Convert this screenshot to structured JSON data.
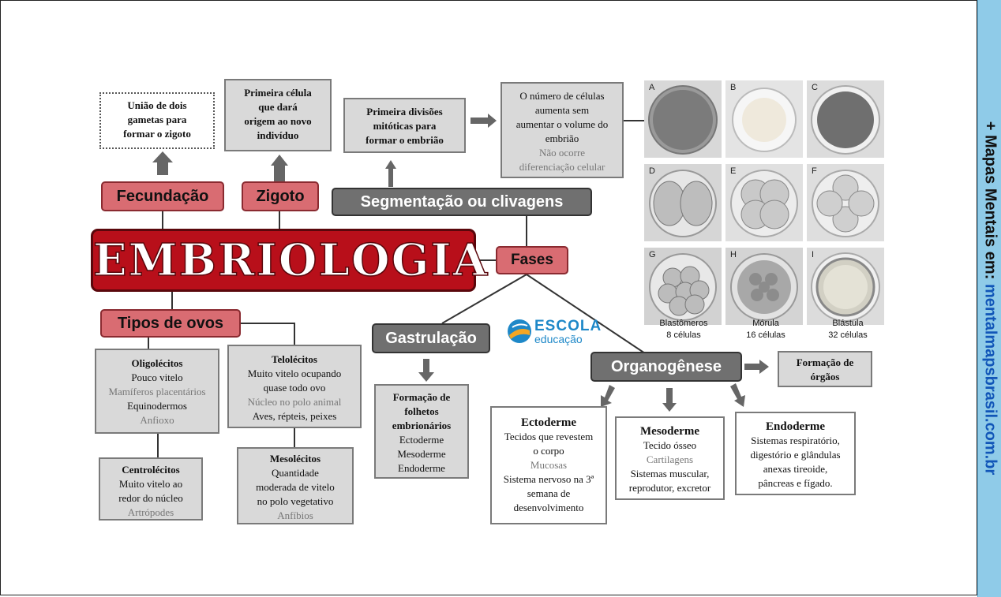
{
  "title": "EMBRIOLOGIA",
  "labels": {
    "fecundacao": "Fecundação",
    "zigoto": "Zigoto",
    "segmentacao": "Segmentação ou clivagens",
    "fases": "Fases",
    "tipos_ovos": "Tipos de ovos",
    "gastrulacao": "Gastrulação",
    "organogenese": "Organogênese"
  },
  "boxes": {
    "uniao": [
      "União de dois",
      "gametas para",
      "formar o zigoto"
    ],
    "primeira_celula": [
      "Primeira célula",
      "que dará",
      "origem ao novo",
      "indivíduo"
    ],
    "primeiras_divisoes": [
      "Primeira divisões",
      "mitóticas para",
      "formar o embrião"
    ],
    "numero_celulas": {
      "lines": [
        "O número de células",
        "aumenta sem",
        "aumentar o volume do",
        "embrião"
      ],
      "gray_lines": [
        "Não ocorre",
        "diferenciação celular"
      ]
    },
    "oligolecitos": {
      "title": "Oligolécitos",
      "line1": "Pouco vitelo",
      "line2": "Mamíferos placentários",
      "line3": "Equinodermos",
      "line4": "Anfioxo"
    },
    "telolecitos": {
      "title": "Telolécitos",
      "line1": "Muito vitelo ocupando",
      "line2": "quase todo ovo",
      "line3": "Núcleo no polo animal",
      "line4": "Aves, répteis, peixes"
    },
    "centrolecitos": {
      "title": "Centrolécitos",
      "line1": "Muito vitelo ao",
      "line2": "redor do núcleo",
      "line3": "Artrópodes"
    },
    "mesolecitos": {
      "title": "Mesolécitos",
      "line1": "Quantidade",
      "line2": "moderada de vitelo",
      "line3": "no polo vegetativo",
      "line4": "Anfíbios"
    },
    "folhetos": {
      "title_lines": [
        "Formação de",
        "folhetos",
        "embrionários"
      ],
      "items": [
        "Ectoderme",
        "Mesoderme",
        "Endoderme"
      ]
    },
    "formacao_orgaos": [
      "Formação de",
      "órgãos"
    ],
    "ectoderme": {
      "title": "Ectoderme",
      "line1": "Tecidos que revestem",
      "line2": "o corpo",
      "line3": "Mucosas",
      "line4": "Sistema nervoso na 3ª",
      "line5": "semana de",
      "line6": "desenvolvimento"
    },
    "mesoderme": {
      "title": "Mesoderme",
      "line1": "Tecido ósseo",
      "line2": "Cartilagens",
      "line3": "Sistemas muscular,",
      "line4": "reprodutor, excretor"
    },
    "endoderme": {
      "title": "Endoderme",
      "line1": "Sistemas respiratório,",
      "line2": "digestório e glândulas",
      "line3": "anexas tireoide,",
      "line4": "pâncreas e fígado."
    }
  },
  "cell_panels": [
    "A",
    "B",
    "C",
    "D",
    "E",
    "F",
    "G",
    "H",
    "I"
  ],
  "captions": [
    {
      "name": "Blastômeros",
      "count": "8 células"
    },
    {
      "name": "Mórula",
      "count": "16 células"
    },
    {
      "name": "Blástula",
      "count": "32 células"
    }
  ],
  "logo": {
    "top": "ESCOLA",
    "bottom": "educação"
  },
  "sidebar": {
    "prefix": "+ Mapas Mentais em: ",
    "url": "mentalmapsbrasil.com.br"
  },
  "colors": {
    "red_label": "#d96c72",
    "title_red": "#b80f1a",
    "dark_label": "#707070",
    "box_gray": "#d9d9d9",
    "sidebar_blue": "#8fcbe8"
  }
}
